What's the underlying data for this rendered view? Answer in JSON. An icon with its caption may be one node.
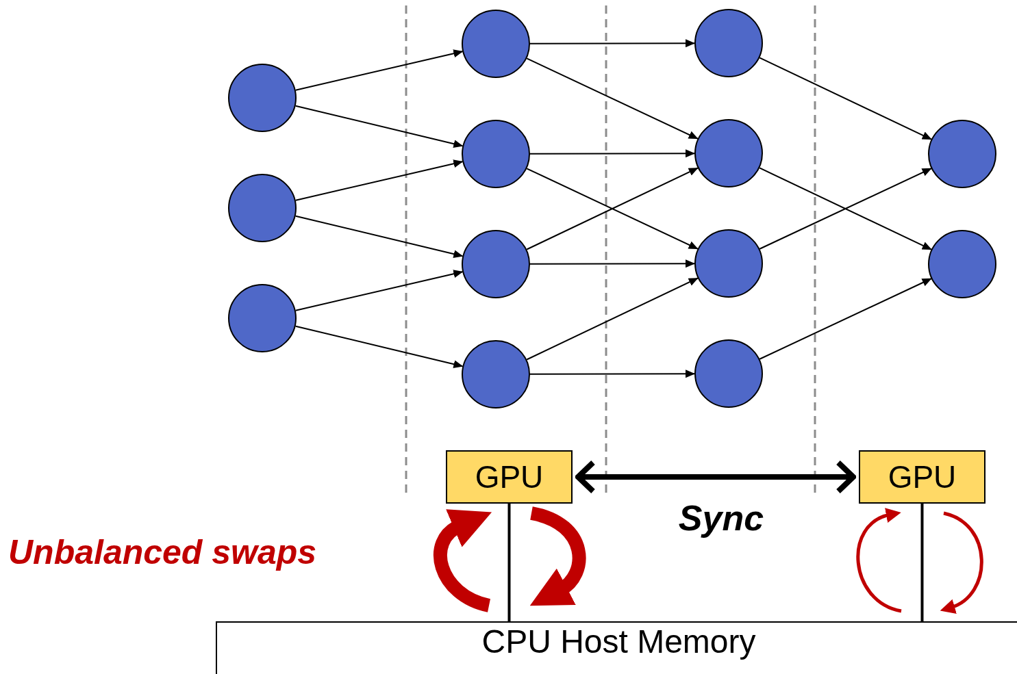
{
  "diagram": {
    "nodes": [
      {
        "text": [],
        "shape": "circle"
      },
      {
        "text": [],
        "shape": "circle"
      },
      {
        "text": [],
        "shape": "circle"
      },
      {
        "text": [],
        "shape": "circle"
      },
      {
        "text": [],
        "shape": "circle"
      },
      {
        "text": [],
        "shape": "circle"
      },
      {
        "text": [],
        "shape": "circle"
      },
      {
        "text": [],
        "shape": "circle"
      },
      {
        "text": [],
        "shape": "circle"
      },
      {
        "text": [],
        "shape": "circle"
      },
      {
        "text": [],
        "shape": "circle"
      },
      {
        "text": [],
        "shape": "circle"
      },
      {
        "text": [],
        "shape": "circle"
      },
      {
        "text": [
          "GPU"
        ]
      },
      {
        "text": [
          "GPU"
        ]
      },
      {
        "text": [
          "CPU Host Memory"
        ]
      }
    ],
    "edges": [
      {
        "from": 0,
        "to": 3,
        "arrow": "to"
      },
      {
        "from": 0,
        "to": 4,
        "arrow": "to"
      },
      {
        "from": 1,
        "to": 4,
        "arrow": "to"
      },
      {
        "from": 1,
        "to": 5,
        "arrow": "to"
      },
      {
        "from": 2,
        "to": 5,
        "arrow": "to"
      },
      {
        "from": 2,
        "to": 6,
        "arrow": "to"
      },
      {
        "from": 3,
        "to": 7,
        "arrow": "to"
      },
      {
        "from": 3,
        "to": 8,
        "arrow": "to"
      },
      {
        "from": 4,
        "to": 8,
        "arrow": "to"
      },
      {
        "from": 4,
        "to": 9,
        "arrow": "to"
      },
      {
        "from": 5,
        "to": 8,
        "arrow": "to"
      },
      {
        "from": 5,
        "to": 9,
        "arrow": "to"
      },
      {
        "from": 6,
        "to": 9,
        "arrow": "to"
      },
      {
        "from": 6,
        "to": 10,
        "arrow": "to"
      },
      {
        "from": 7,
        "to": 11,
        "arrow": "to"
      },
      {
        "from": 8,
        "to": 12,
        "arrow": "to"
      },
      {
        "from": 9,
        "to": 11,
        "arrow": "to"
      },
      {
        "from": 10,
        "to": 12,
        "arrow": "to"
      },
      {
        "from": 13,
        "to": 14,
        "arrow": "both",
        "label": "Sync",
        "style": "thick"
      },
      {
        "from": 13,
        "to": 15,
        "arrow": "none"
      },
      {
        "from": 14,
        "to": 15,
        "arrow": "none"
      }
    ],
    "labels": [
      "Unbalanced swaps"
    ]
  }
}
